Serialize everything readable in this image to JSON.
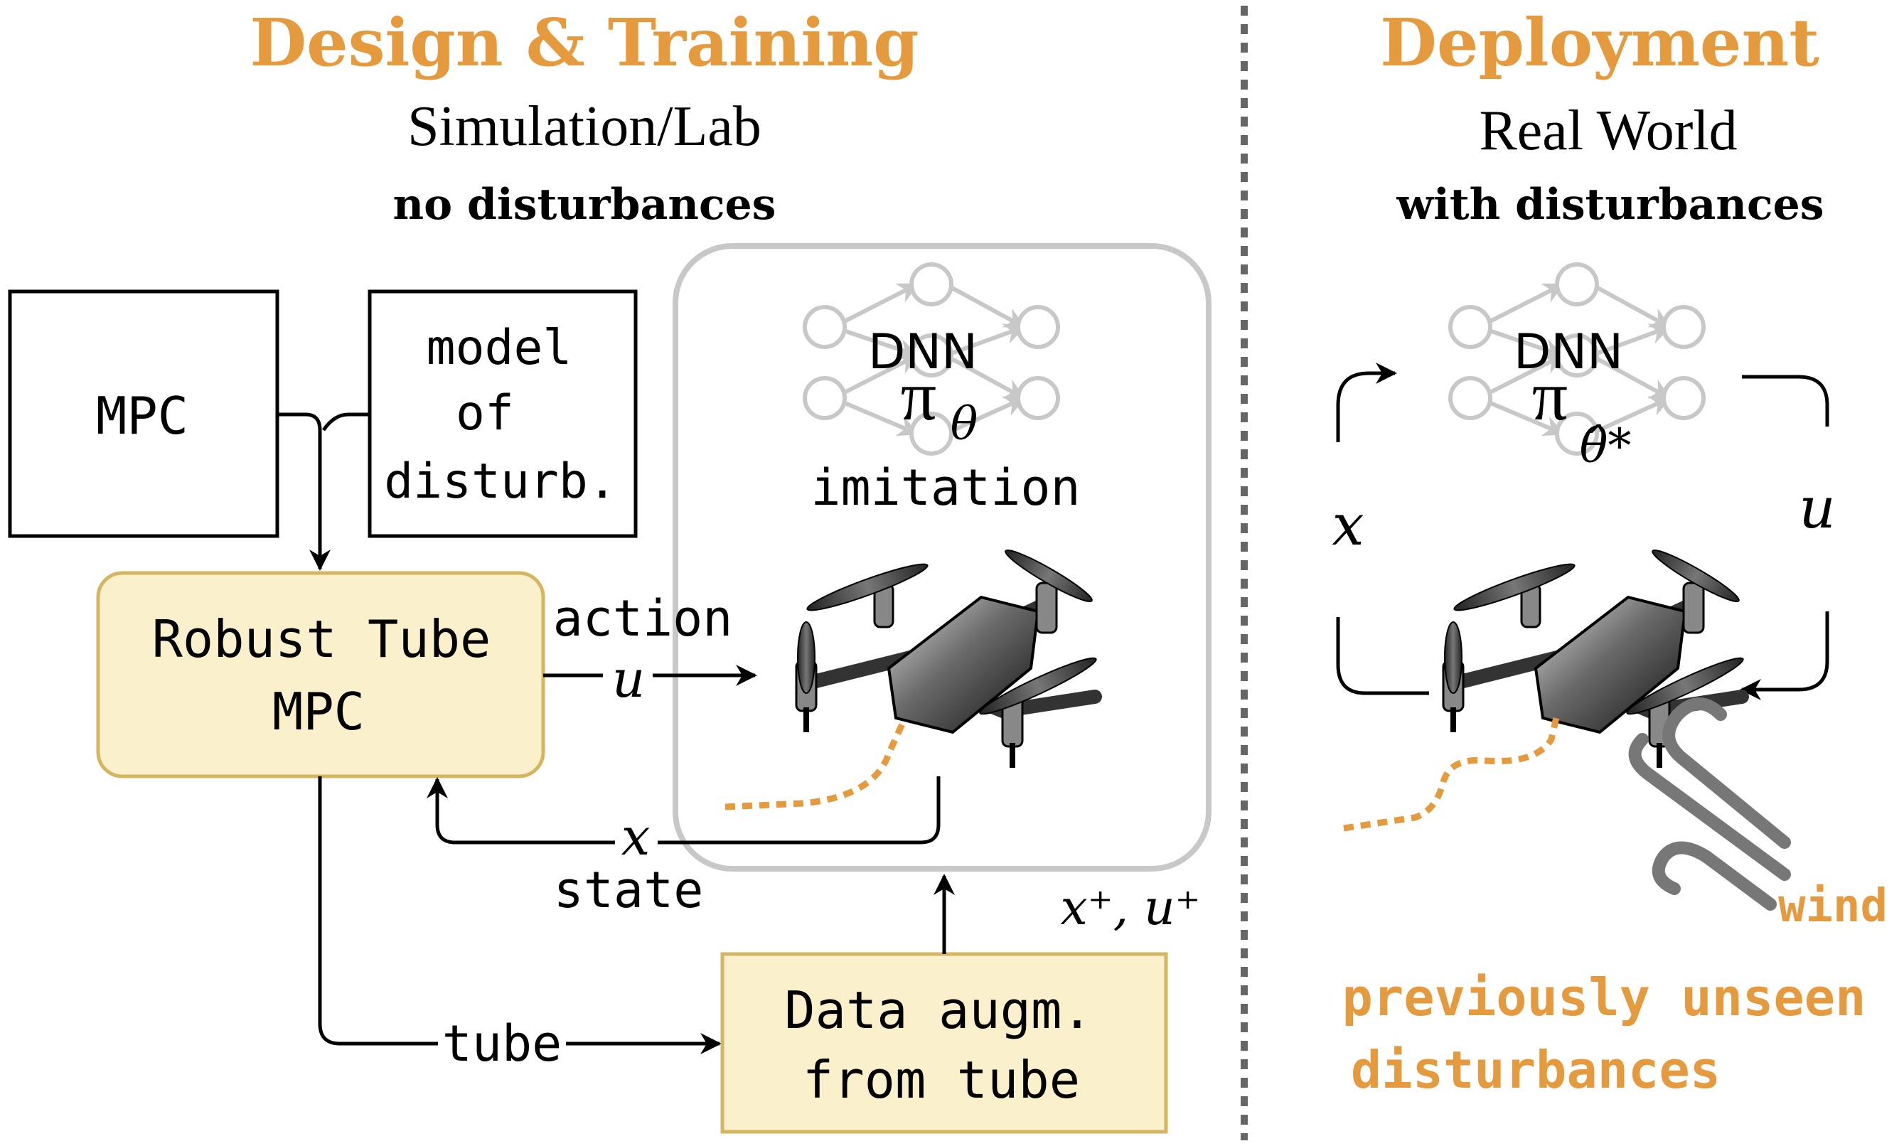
{
  "colors": {
    "accent_orange": "#E69A3E",
    "box_fill_yellow": "#FBF0CC",
    "box_stroke_yellow": "#D6B560",
    "line_black": "#000000",
    "gray_network": "#C8C8C8",
    "gray_frame": "#C8C8C8",
    "divider_gray": "#666666"
  },
  "left": {
    "title": "Design & Training",
    "subtitle": "Simulation/Lab",
    "condition": "no disturbances",
    "mpc_box": "MPC",
    "model_box": [
      "model",
      "of",
      "disturb."
    ],
    "robust_mpc": [
      "Robust Tube",
      "MPC"
    ],
    "dnn_label": "DNN",
    "policy_symbol": "π",
    "policy_subscript": "θ",
    "imitation_label": "imitation",
    "action_label": "action",
    "action_symbol": "u",
    "state_symbol": "x",
    "state_label": "state",
    "aug_box": [
      "Data augm.",
      "from tube"
    ],
    "tube_label": "tube",
    "aug_data_label": "x⁺, u⁺"
  },
  "right": {
    "title": "Deployment",
    "subtitle": "Real World",
    "condition": "with disturbances",
    "dnn_label": "DNN",
    "policy_symbol": "π",
    "policy_subscript": "θ̂*",
    "state_symbol": "x",
    "action_symbol": "u",
    "wind_label": "wind",
    "unseen_label": [
      "previously unseen",
      "disturbances"
    ],
    "wind_icon": "wind-icon"
  }
}
